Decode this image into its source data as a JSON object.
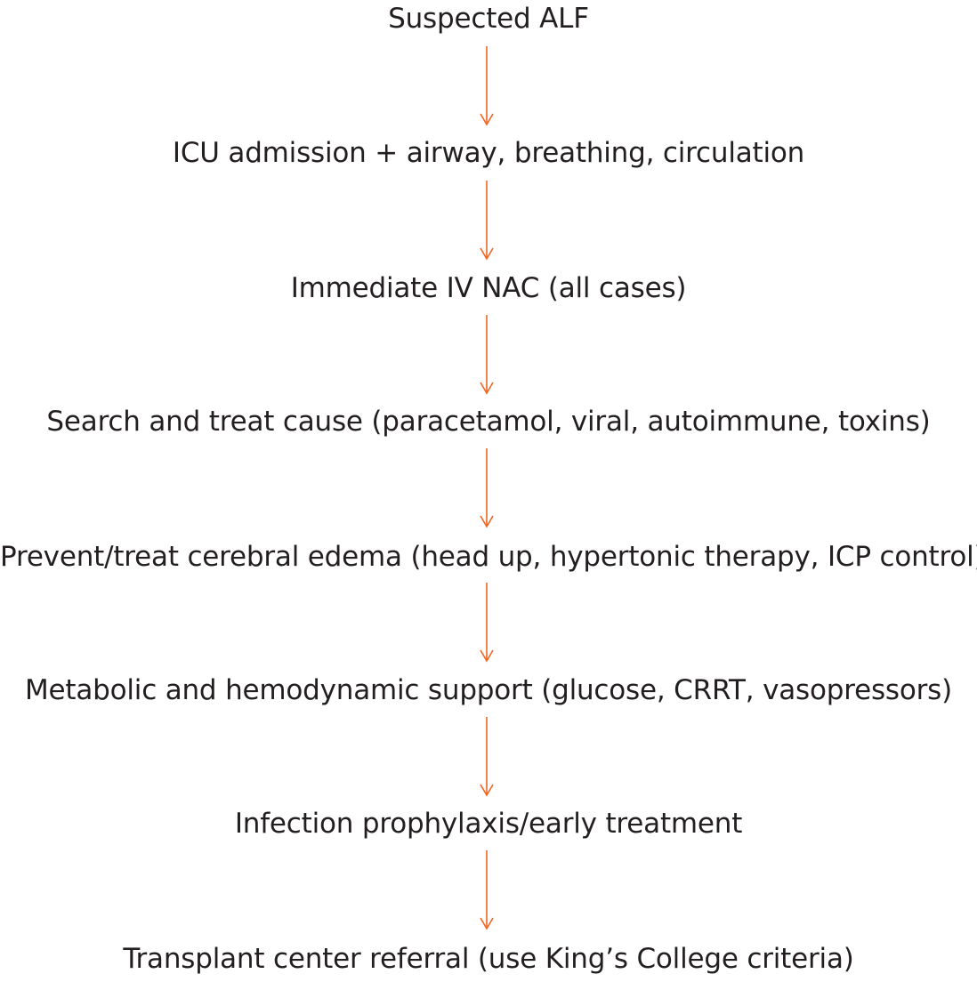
{
  "diagram": {
    "arrow_color": "#f26522",
    "text_color": "#231f20",
    "steps": [
      "Suspected ALF",
      "ICU admission + airway, breathing, circulation",
      "Immediate IV NAC (all cases)",
      "Search and treat cause (paracetamol, viral, autoimmune, toxins)",
      "Prevent/treat cerebral edema (head up, hypertonic therapy, ICP control)",
      "Metabolic and hemodynamic support (glucose, CRRT, vasopressors)",
      "Infection prophylaxis/early treatment",
      "Transplant center referral (use King’s College criteria)"
    ]
  }
}
